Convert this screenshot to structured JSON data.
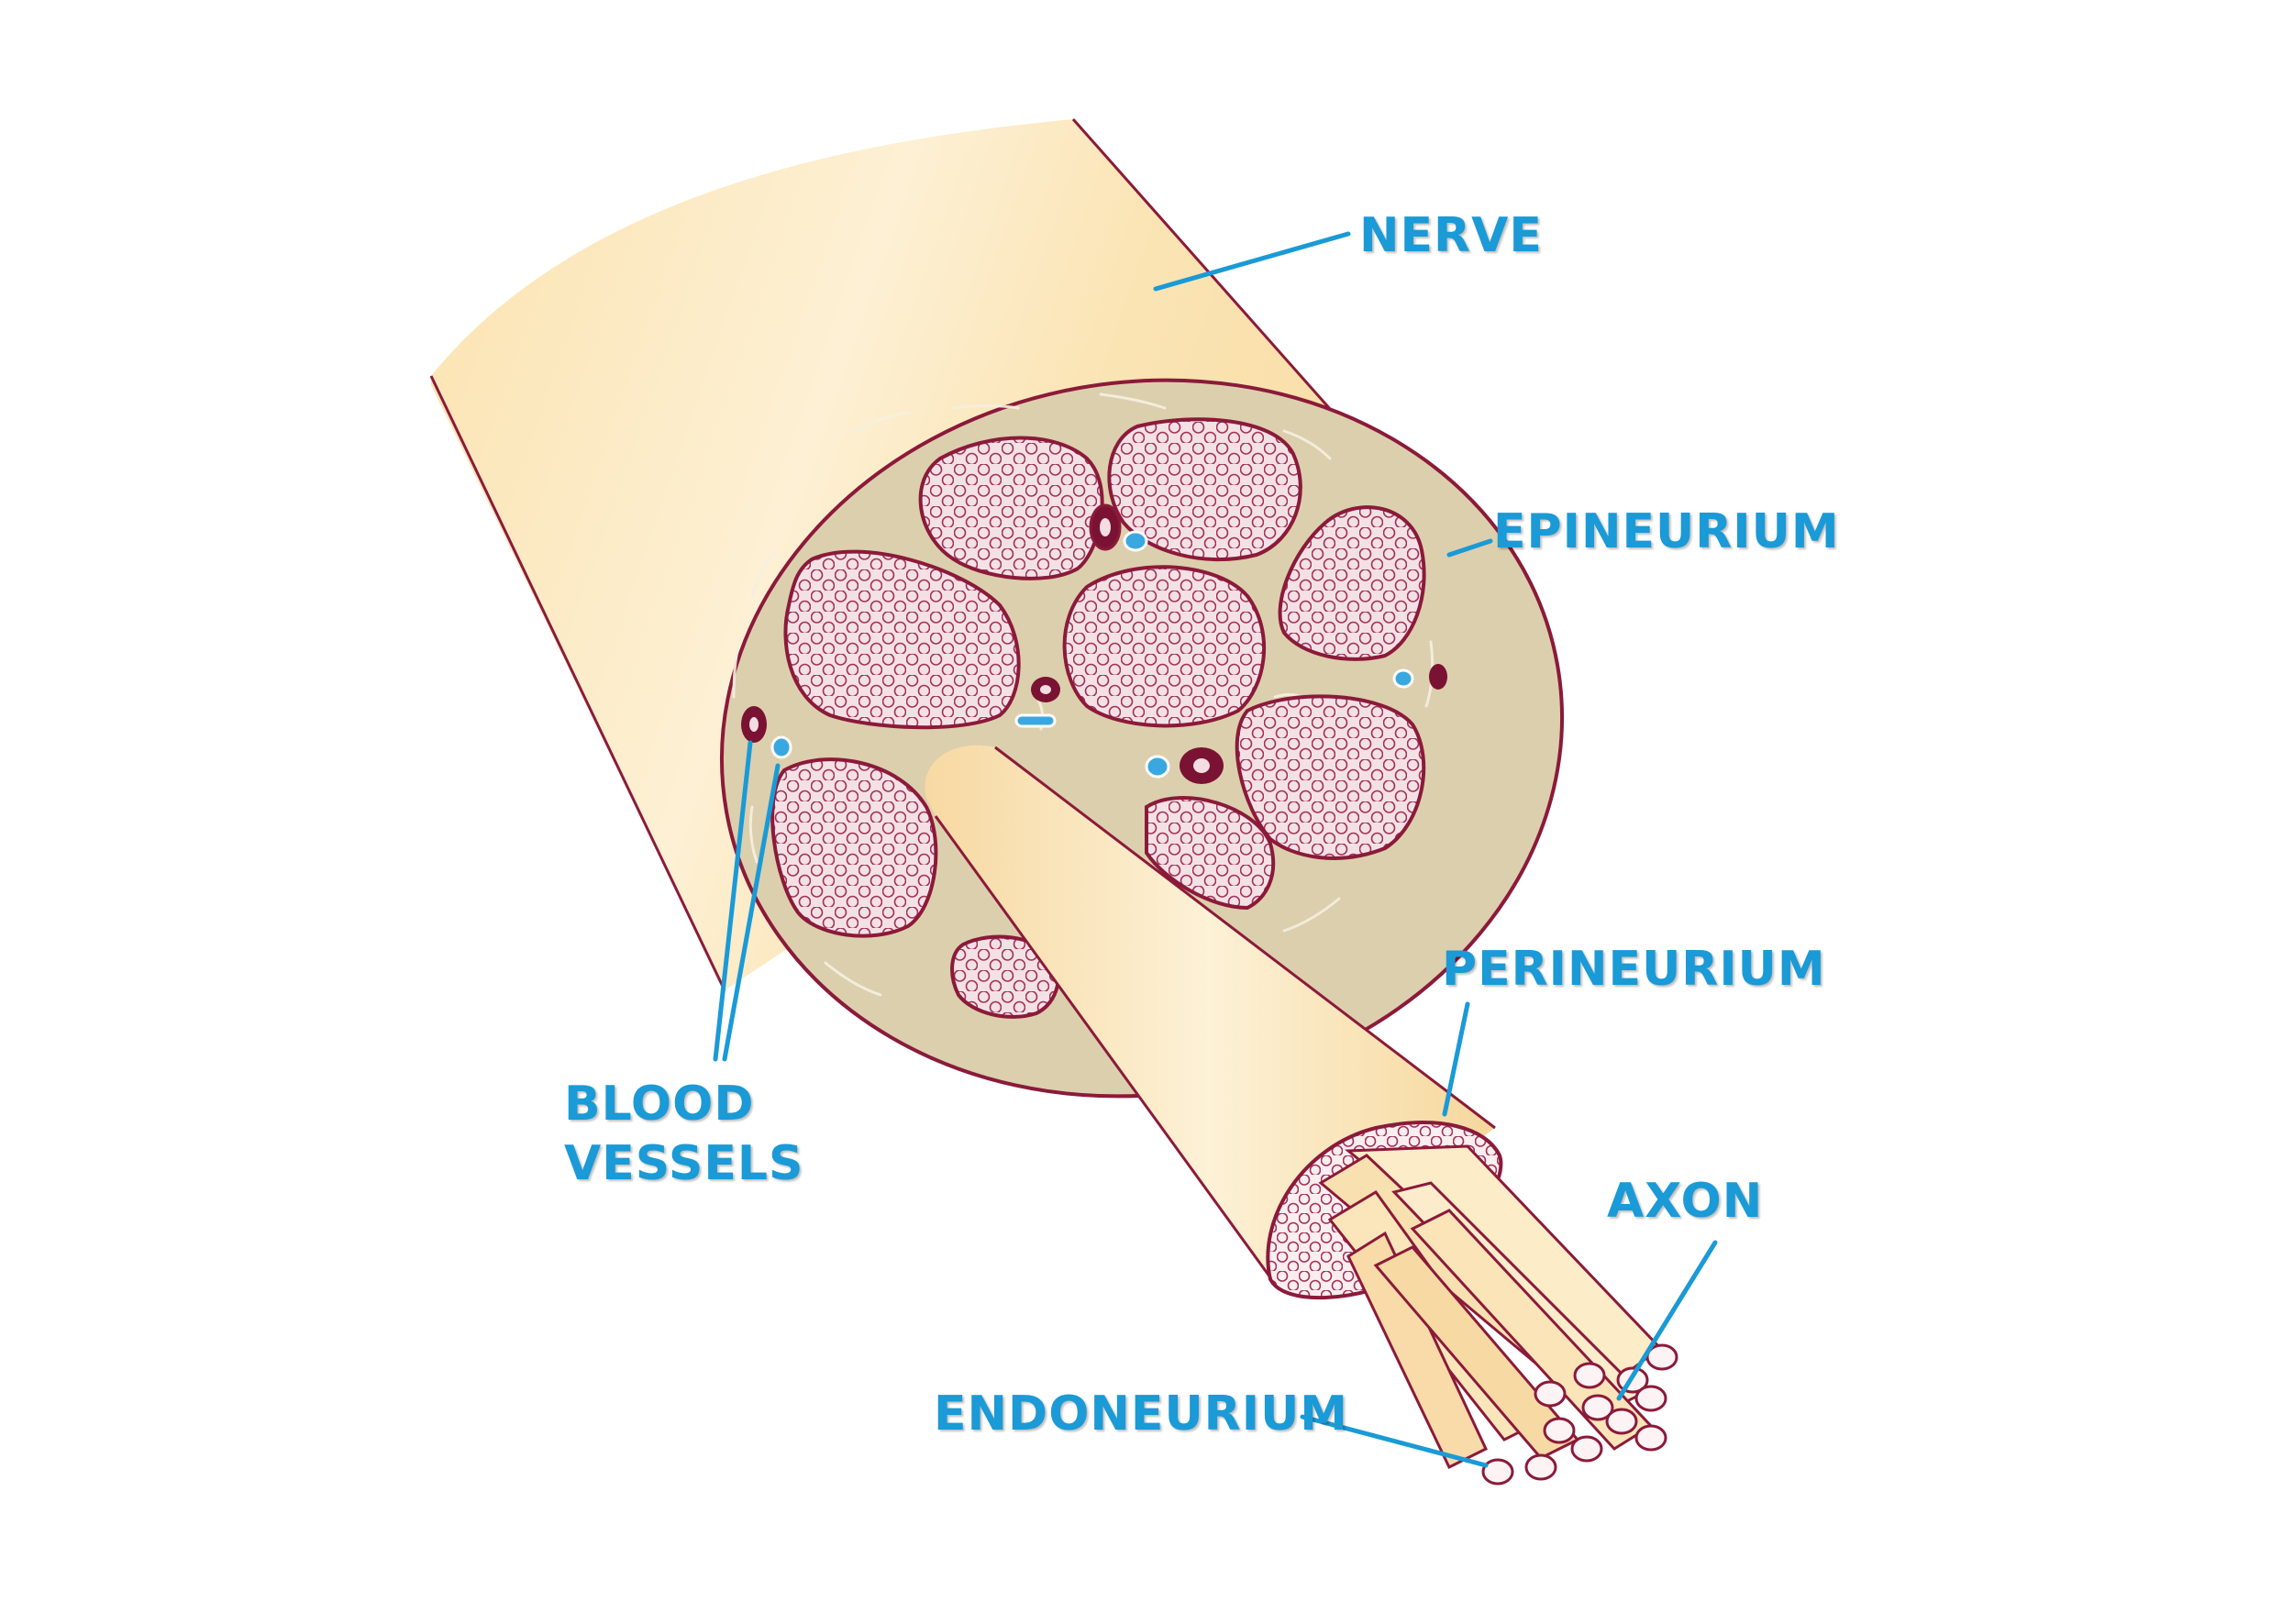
{
  "colors": {
    "label": "#1a9ad6",
    "outline": "#8b1a3a",
    "tissue": "#fce6b6",
    "epineurium_fill": "#dccfad",
    "fascicle_fill": "#f3dde2",
    "artery": "#7a1233",
    "vein": "#3aa8e0"
  },
  "labels": {
    "nerve": "NERVE",
    "epineurium": "EPINEURIUM",
    "perineurium": "PERINEURIUM",
    "axon": "AXON",
    "endoneurium": "ENDONEURIUM",
    "blood_vessels": "BLOOD\nVESSELS"
  }
}
